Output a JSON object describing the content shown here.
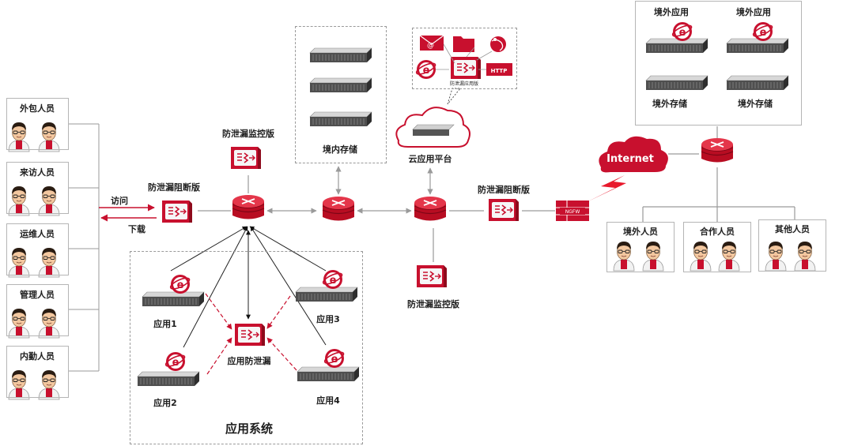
{
  "colors": {
    "accent": "#c8102e",
    "line": "#8c8c8c",
    "dark_line": "#222222"
  },
  "personnel": {
    "outsource": "外包人员",
    "visitor": "来访人员",
    "ops": "运维人员",
    "admin": "管理人员",
    "office": "内勤人员"
  },
  "overseas_personnel": {
    "overseas": "境外人员",
    "partner": "合作人员",
    "other": "其他人员"
  },
  "flow": {
    "visit": "访问",
    "download": "下载"
  },
  "devices": {
    "block_left": "防泄漏阻断版",
    "monitor_top": "防泄漏监控版",
    "block_right": "防泄漏阻断版",
    "monitor_bottom": "防泄漏监控版",
    "app_dlp": "应用防泄漏",
    "cloud_app_dlp": "防泄漏应用版",
    "ngfw": "NGFW",
    "http": "HTTP"
  },
  "storage": {
    "domestic": "境内存储"
  },
  "cloud": {
    "platform": "云应用平台",
    "internet": "Internet"
  },
  "apps": {
    "app1": "应用1",
    "app2": "应用2",
    "app3": "应用3",
    "app4": "应用4",
    "system": "应用系统"
  },
  "overseas": {
    "app_a": "境外应用",
    "app_b": "境外应用",
    "storage_a": "境外存储",
    "storage_b": "境外存储"
  },
  "icons": [
    "person-icon",
    "router-icon",
    "dlp-appliance-icon",
    "server-icon",
    "ie-icon",
    "cloud-icon",
    "firewall-icon",
    "lightning-icon",
    "mail-icon",
    "folder-icon",
    "globe-icon"
  ]
}
